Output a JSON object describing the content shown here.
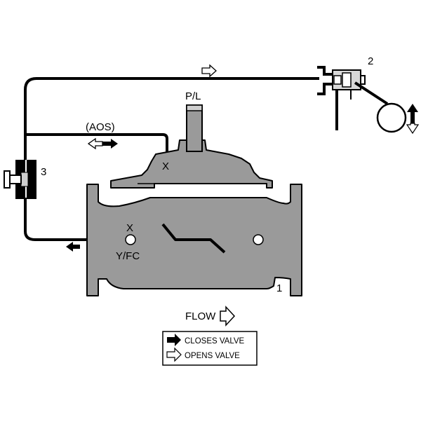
{
  "labels": {
    "pilot_line": "P/L",
    "aos": "(AOS)",
    "port_x_top": "X",
    "port_x_body": "X",
    "port_y_fc": "Y/FC",
    "callout_1": "1",
    "callout_2": "2",
    "callout_3": "3",
    "flow": "FLOW"
  },
  "legend": {
    "closes": "CLOSES VALVE",
    "opens": "OPENS VALVE"
  },
  "colors": {
    "valve_body": "#9a9a9a",
    "line": "#000000",
    "background": "#ffffff"
  },
  "icons": {
    "closes_arrow": "filled-arrow-icon",
    "opens_arrow": "hollow-arrow-icon",
    "flow_arrow": "hollow-arrow-icon"
  }
}
